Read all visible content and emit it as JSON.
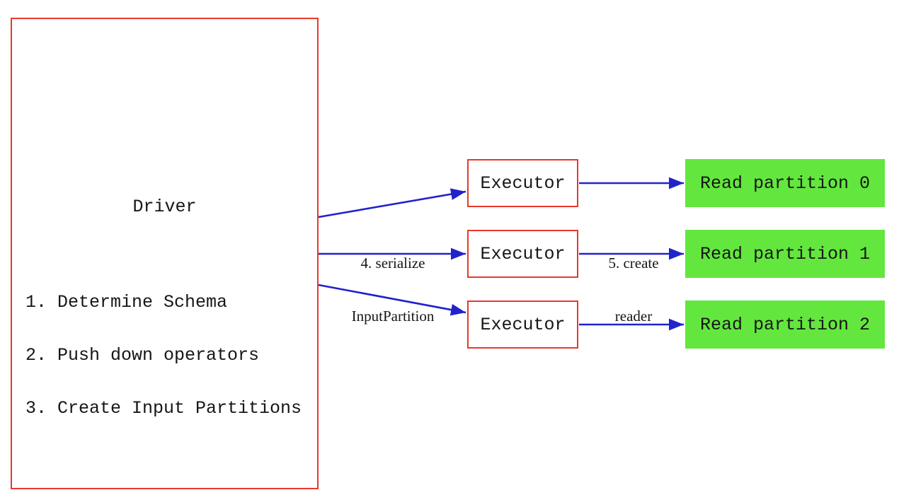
{
  "diagram": {
    "driver": {
      "title": "Driver",
      "steps": [
        "1. Determine Schema",
        "2. Push down operators",
        "3. Create Input Partitions"
      ]
    },
    "executors": [
      {
        "label": "Executor"
      },
      {
        "label": "Executor"
      },
      {
        "label": "Executor"
      }
    ],
    "partitions": [
      {
        "label": "Read partition 0"
      },
      {
        "label": "Read partition 1"
      },
      {
        "label": "Read partition 2"
      }
    ],
    "edge_labels": {
      "serialize": {
        "line1": "4. serialize",
        "line2": "InputPartition"
      },
      "create_reader": {
        "line1": "5. create",
        "line2": "reader"
      }
    },
    "colors": {
      "box_border": "#e8392b",
      "partition_fill": "#63e73e",
      "arrow": "#2222cc",
      "text": "#161616",
      "background": "#ffffff"
    }
  }
}
